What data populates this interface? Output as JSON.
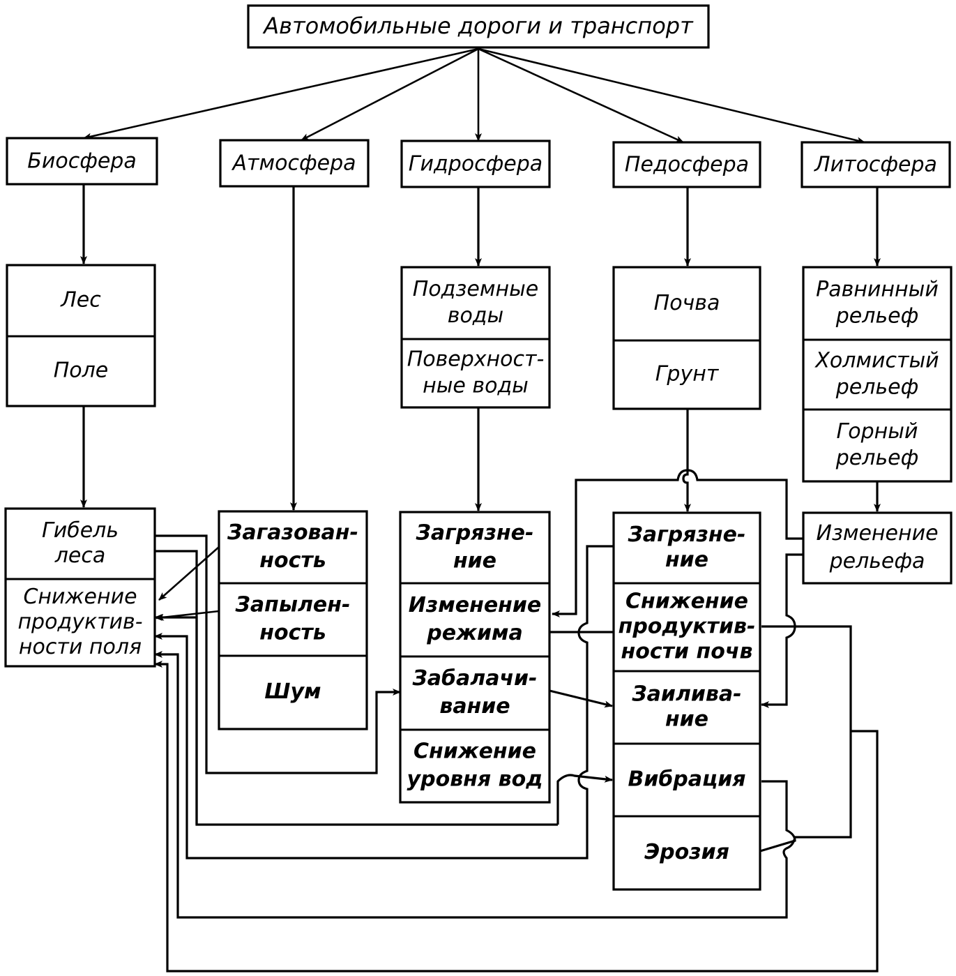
{
  "title": "Автомобильные дороги и транспорт",
  "spheres": [
    {
      "id": "bio",
      "label": "Биосфера"
    },
    {
      "id": "atmo",
      "label": "Атмосфера"
    },
    {
      "id": "hydro",
      "label": "Гидросфера"
    },
    {
      "id": "pedo",
      "label": "Педосфера"
    },
    {
      "id": "litho",
      "label": "Литосфера"
    }
  ],
  "components": {
    "bio": [
      [
        "Лес"
      ],
      [
        "Поле"
      ]
    ],
    "hydro": [
      [
        "Подземные",
        "воды"
      ],
      [
        "Поверхност-",
        "ные воды"
      ]
    ],
    "pedo": [
      [
        "Почва"
      ],
      [
        "Грунт"
      ]
    ],
    "litho": [
      [
        "Равнинный",
        "рельеф"
      ],
      [
        "Холмистый",
        "рельеф"
      ],
      [
        "Горный",
        "рельеф"
      ]
    ]
  },
  "impacts": {
    "bio": [
      [
        "Гибель",
        "леса"
      ],
      [
        "Снижение",
        "продуктив-",
        "ности поля"
      ]
    ],
    "atmo": [
      [
        "Загазован-",
        "ность"
      ],
      [
        "Запылен-",
        "ность"
      ],
      [
        "Шум"
      ]
    ],
    "hydro": [
      [
        "Загрязне-",
        "ние"
      ],
      [
        "Изменение",
        "режима"
      ],
      [
        "Забалачи-",
        "вание"
      ],
      [
        "Снижение",
        "уровня вод"
      ]
    ],
    "pedo": [
      [
        "Загрязне-",
        "ние"
      ],
      [
        "Снижение",
        "продуктив-",
        "ности почв"
      ],
      [
        "Заилива-",
        "ние"
      ],
      [
        "Вибрация"
      ],
      [
        "Эрозия"
      ]
    ],
    "litho": [
      [
        "Изменение",
        "рельефа"
      ]
    ]
  },
  "colors": {
    "ink": "#000000",
    "paper": "#ffffff"
  }
}
